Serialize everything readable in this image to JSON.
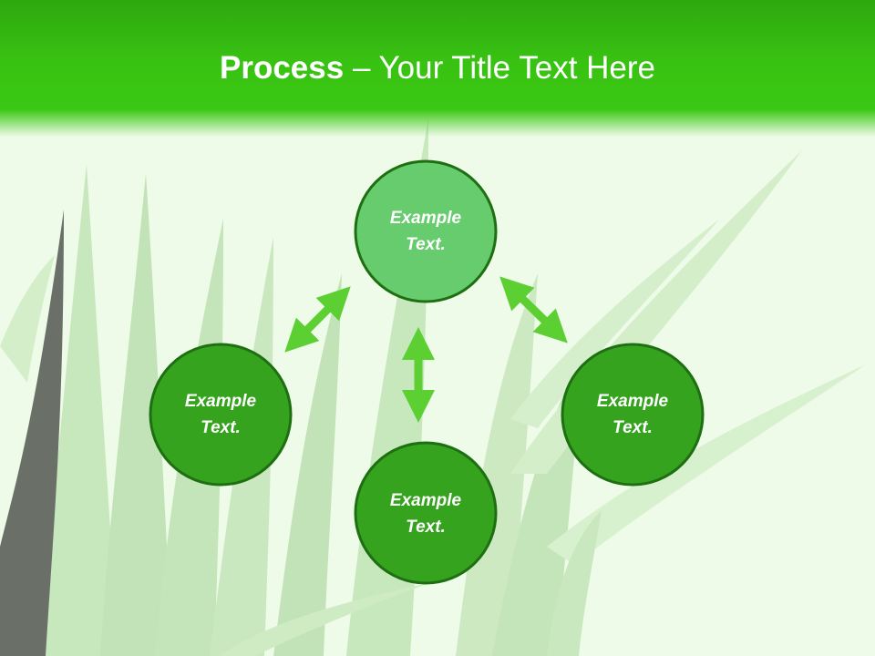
{
  "slide": {
    "title_bold": "Process",
    "title_rest": " – Your Title Text Here"
  },
  "diagram": {
    "nodes": [
      {
        "id": "top",
        "line1": "Example",
        "line2": "Text.",
        "fill": "#66cc6e"
      },
      {
        "id": "left",
        "line1": "Example",
        "line2": "Text.",
        "fill": "#35a31e"
      },
      {
        "id": "right",
        "line1": "Example",
        "line2": "Text.",
        "fill": "#35a31e"
      },
      {
        "id": "bottom",
        "line1": "Example",
        "line2": "Text.",
        "fill": "#35a31e"
      }
    ],
    "arrows": [
      "top-left",
      "top-right",
      "top-bottom"
    ]
  },
  "colors": {
    "header": "#38c212",
    "node_stroke": "#1e6f12",
    "arrow": "#5ccf33",
    "background": "#eefbe8"
  }
}
